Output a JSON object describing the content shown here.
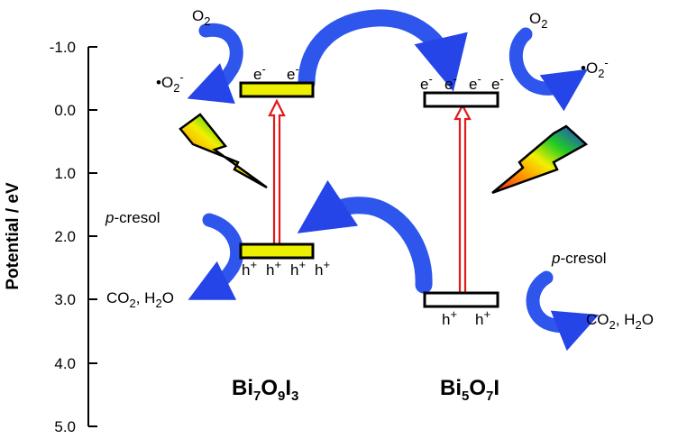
{
  "axis": {
    "label": "Potential / eV",
    "ticks": [
      "-1.0",
      "0.0",
      "1.0",
      "2.0",
      "3.0",
      "4.0",
      "5.0"
    ]
  },
  "materials": {
    "left": {
      "name": {
        "a": "Bi",
        "s1": "7",
        "b": "O",
        "s2": "9",
        "c": "I",
        "s3": "3"
      },
      "cb_fill": "#ecf000",
      "vb_fill": "#ecf000",
      "electrons": [
        "e-",
        "e-"
      ],
      "holes": [
        "h+",
        "h+",
        "h+",
        "h+"
      ]
    },
    "right": {
      "name": {
        "a": "Bi",
        "s1": "5",
        "b": "O",
        "s2": "7",
        "c": "I"
      },
      "cb_fill": "#ffffff",
      "vb_fill": "#ffffff",
      "electrons": [
        "e-",
        "e-",
        "e-",
        "e-"
      ],
      "holes": [
        "h+",
        "h+"
      ]
    }
  },
  "species": {
    "o2": "O",
    "o2_sub": "2",
    "superoxide": "•O",
    "superoxide_sub": "2",
    "superoxide_sup": "-",
    "cresol_italic": "p",
    "cresol_rest": "-cresol",
    "products_a": "CO",
    "products_sub1": "2",
    "products_b": ", H",
    "products_sub2": "2",
    "products_c": "O"
  },
  "colors": {
    "arrow_blue": "#3355ee",
    "excitation_red": "#e01a1a",
    "yellow_band": "#ecf000"
  }
}
